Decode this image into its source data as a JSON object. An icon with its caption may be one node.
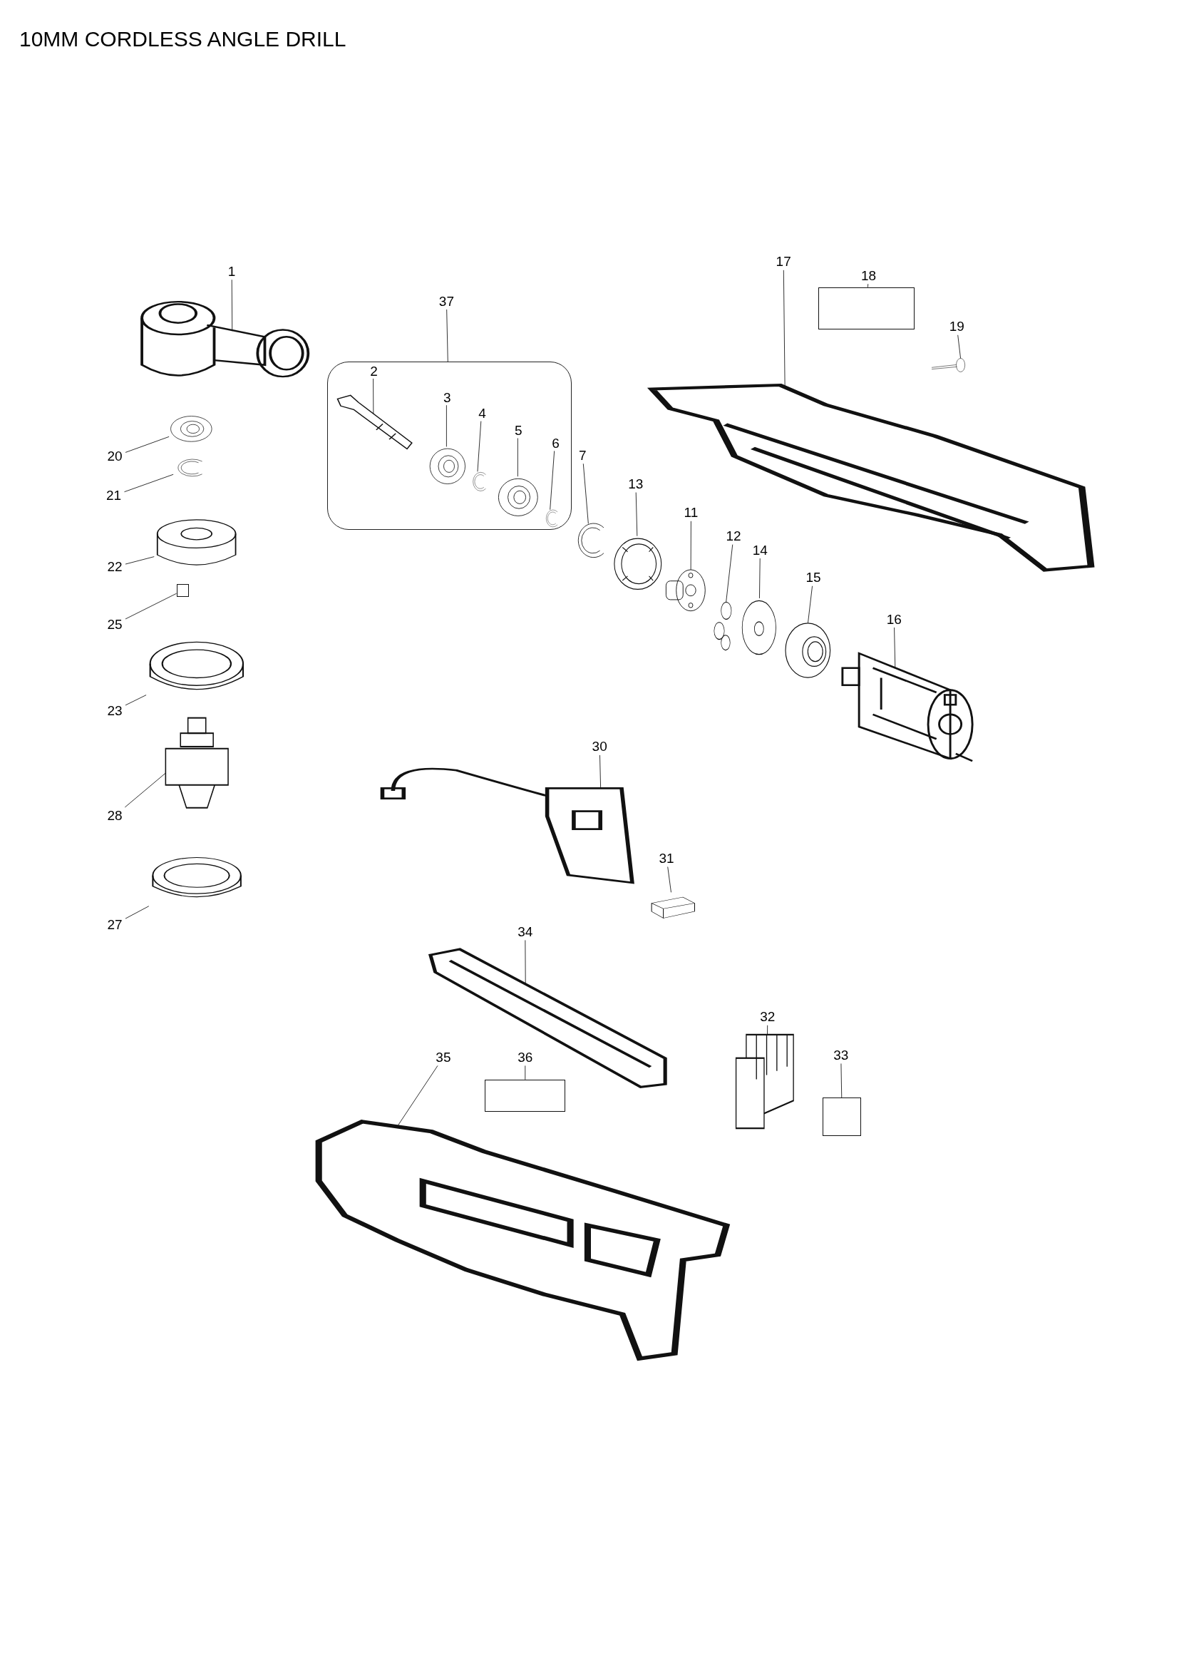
{
  "diagram": {
    "title": "10MM CORDLESS ANGLE DRILL",
    "nodes": [
      {
        "text": [
          "1"
        ]
      },
      {
        "text": [],
        "shape": "picture"
      },
      {
        "text": [
          "37"
        ]
      },
      {
        "text": [],
        "shape": "box"
      },
      {
        "text": [
          "2"
        ],
        "in": 3
      },
      {
        "text": [],
        "shape": "picture",
        "in": 3
      },
      {
        "text": [
          "3"
        ],
        "in": 3
      },
      {
        "text": [],
        "shape": "picture",
        "in": 3
      },
      {
        "text": [
          "4"
        ],
        "in": 3
      },
      {
        "text": [],
        "shape": "picture",
        "in": 3
      },
      {
        "text": [
          "5"
        ],
        "in": 3
      },
      {
        "text": [],
        "shape": "picture",
        "in": 3
      },
      {
        "text": [
          "6"
        ],
        "in": 3
      },
      {
        "text": [],
        "shape": "picture",
        "in": 3
      },
      {
        "text": [
          "17"
        ]
      },
      {
        "text": [],
        "shape": "picture"
      },
      {
        "text": [
          "18"
        ]
      },
      {
        "text": [],
        "shape": "box"
      },
      {
        "text": [
          "19"
        ]
      },
      {
        "text": [],
        "shape": "picture"
      },
      {
        "text": [
          "7"
        ]
      },
      {
        "text": [],
        "shape": "picture"
      },
      {
        "text": [
          "13"
        ]
      },
      {
        "text": [],
        "shape": "picture"
      },
      {
        "text": [
          "11"
        ]
      },
      {
        "text": [],
        "shape": "picture"
      },
      {
        "text": [
          "12"
        ]
      },
      {
        "text": [],
        "shape": "picture"
      },
      {
        "text": [
          "14"
        ]
      },
      {
        "text": [],
        "shape": "picture"
      },
      {
        "text": [
          "15"
        ]
      },
      {
        "text": [],
        "shape": "picture"
      },
      {
        "text": [
          "16"
        ]
      },
      {
        "text": [],
        "shape": "picture"
      },
      {
        "text": [
          "20"
        ]
      },
      {
        "text": [],
        "shape": "picture"
      },
      {
        "text": [
          "21"
        ]
      },
      {
        "text": [],
        "shape": "picture"
      },
      {
        "text": [
          "22"
        ]
      },
      {
        "text": [],
        "shape": "picture"
      },
      {
        "text": [
          "25"
        ]
      },
      {
        "text": [],
        "shape": "box"
      },
      {
        "text": [
          "23"
        ]
      },
      {
        "text": [],
        "shape": "picture"
      },
      {
        "text": [
          "28"
        ]
      },
      {
        "text": [],
        "shape": "picture"
      },
      {
        "text": [
          "27"
        ]
      },
      {
        "text": [],
        "shape": "picture"
      },
      {
        "text": [
          "30"
        ]
      },
      {
        "text": [],
        "shape": "picture"
      },
      {
        "text": [
          "31"
        ]
      },
      {
        "text": [],
        "shape": "picture"
      },
      {
        "text": [
          "34"
        ]
      },
      {
        "text": [],
        "shape": "picture"
      },
      {
        "text": [
          "32"
        ]
      },
      {
        "text": [],
        "shape": "picture"
      },
      {
        "text": [
          "33"
        ]
      },
      {
        "text": [],
        "shape": "box"
      },
      {
        "text": [
          "35"
        ]
      },
      {
        "text": [],
        "shape": "picture"
      },
      {
        "text": [
          "36"
        ]
      },
      {
        "text": [],
        "shape": "box"
      }
    ],
    "edges": [
      {
        "from": 0,
        "to": 1,
        "arrow": "none"
      },
      {
        "from": 2,
        "to": 3,
        "arrow": "none"
      },
      {
        "from": 4,
        "to": 5,
        "arrow": "none"
      },
      {
        "from": 6,
        "to": 7,
        "arrow": "none"
      },
      {
        "from": 8,
        "to": 9,
        "arrow": "none"
      },
      {
        "from": 10,
        "to": 11,
        "arrow": "none"
      },
      {
        "from": 12,
        "to": 13,
        "arrow": "none"
      },
      {
        "from": 14,
        "to": 15,
        "arrow": "none"
      },
      {
        "from": 16,
        "to": 17,
        "arrow": "none"
      },
      {
        "from": 18,
        "to": 19,
        "arrow": "none"
      },
      {
        "from": 20,
        "to": 21,
        "arrow": "none"
      },
      {
        "from": 22,
        "to": 23,
        "arrow": "none"
      },
      {
        "from": 24,
        "to": 25,
        "arrow": "none"
      },
      {
        "from": 26,
        "to": 27,
        "arrow": "none"
      },
      {
        "from": 28,
        "to": 29,
        "arrow": "none"
      },
      {
        "from": 30,
        "to": 31,
        "arrow": "none"
      },
      {
        "from": 32,
        "to": 33,
        "arrow": "none"
      },
      {
        "from": 34,
        "to": 35,
        "arrow": "none"
      },
      {
        "from": 36,
        "to": 37,
        "arrow": "none"
      },
      {
        "from": 38,
        "to": 39,
        "arrow": "none"
      },
      {
        "from": 40,
        "to": 41,
        "arrow": "none"
      },
      {
        "from": 42,
        "to": 43,
        "arrow": "none"
      },
      {
        "from": 44,
        "to": 45,
        "arrow": "none"
      },
      {
        "from": 46,
        "to": 47,
        "arrow": "none"
      },
      {
        "from": 48,
        "to": 49,
        "arrow": "none"
      },
      {
        "from": 50,
        "to": 51,
        "arrow": "none"
      },
      {
        "from": 52,
        "to": 53,
        "arrow": "none"
      },
      {
        "from": 54,
        "to": 55,
        "arrow": "none"
      },
      {
        "from": 56,
        "to": 57,
        "arrow": "none"
      },
      {
        "from": 58,
        "to": 59,
        "arrow": "none"
      },
      {
        "from": 60,
        "to": 61,
        "arrow": "none"
      }
    ]
  }
}
